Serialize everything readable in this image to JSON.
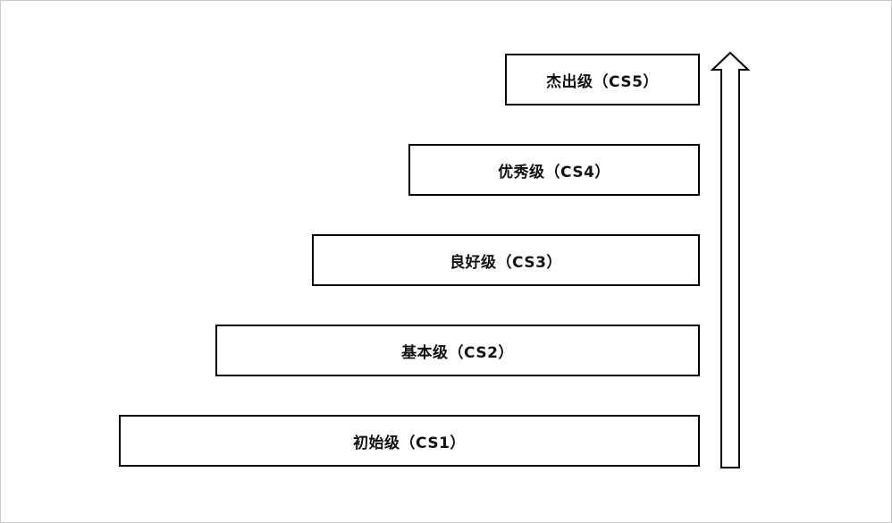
{
  "diagram": {
    "levels": [
      {
        "label": "杰出级（CS5）"
      },
      {
        "label": "优秀级（CS4）"
      },
      {
        "label": "良好级（CS3）"
      },
      {
        "label": "基本级（CS2）"
      },
      {
        "label": "初始级（CS1）"
      }
    ],
    "arrow_direction": "up"
  }
}
